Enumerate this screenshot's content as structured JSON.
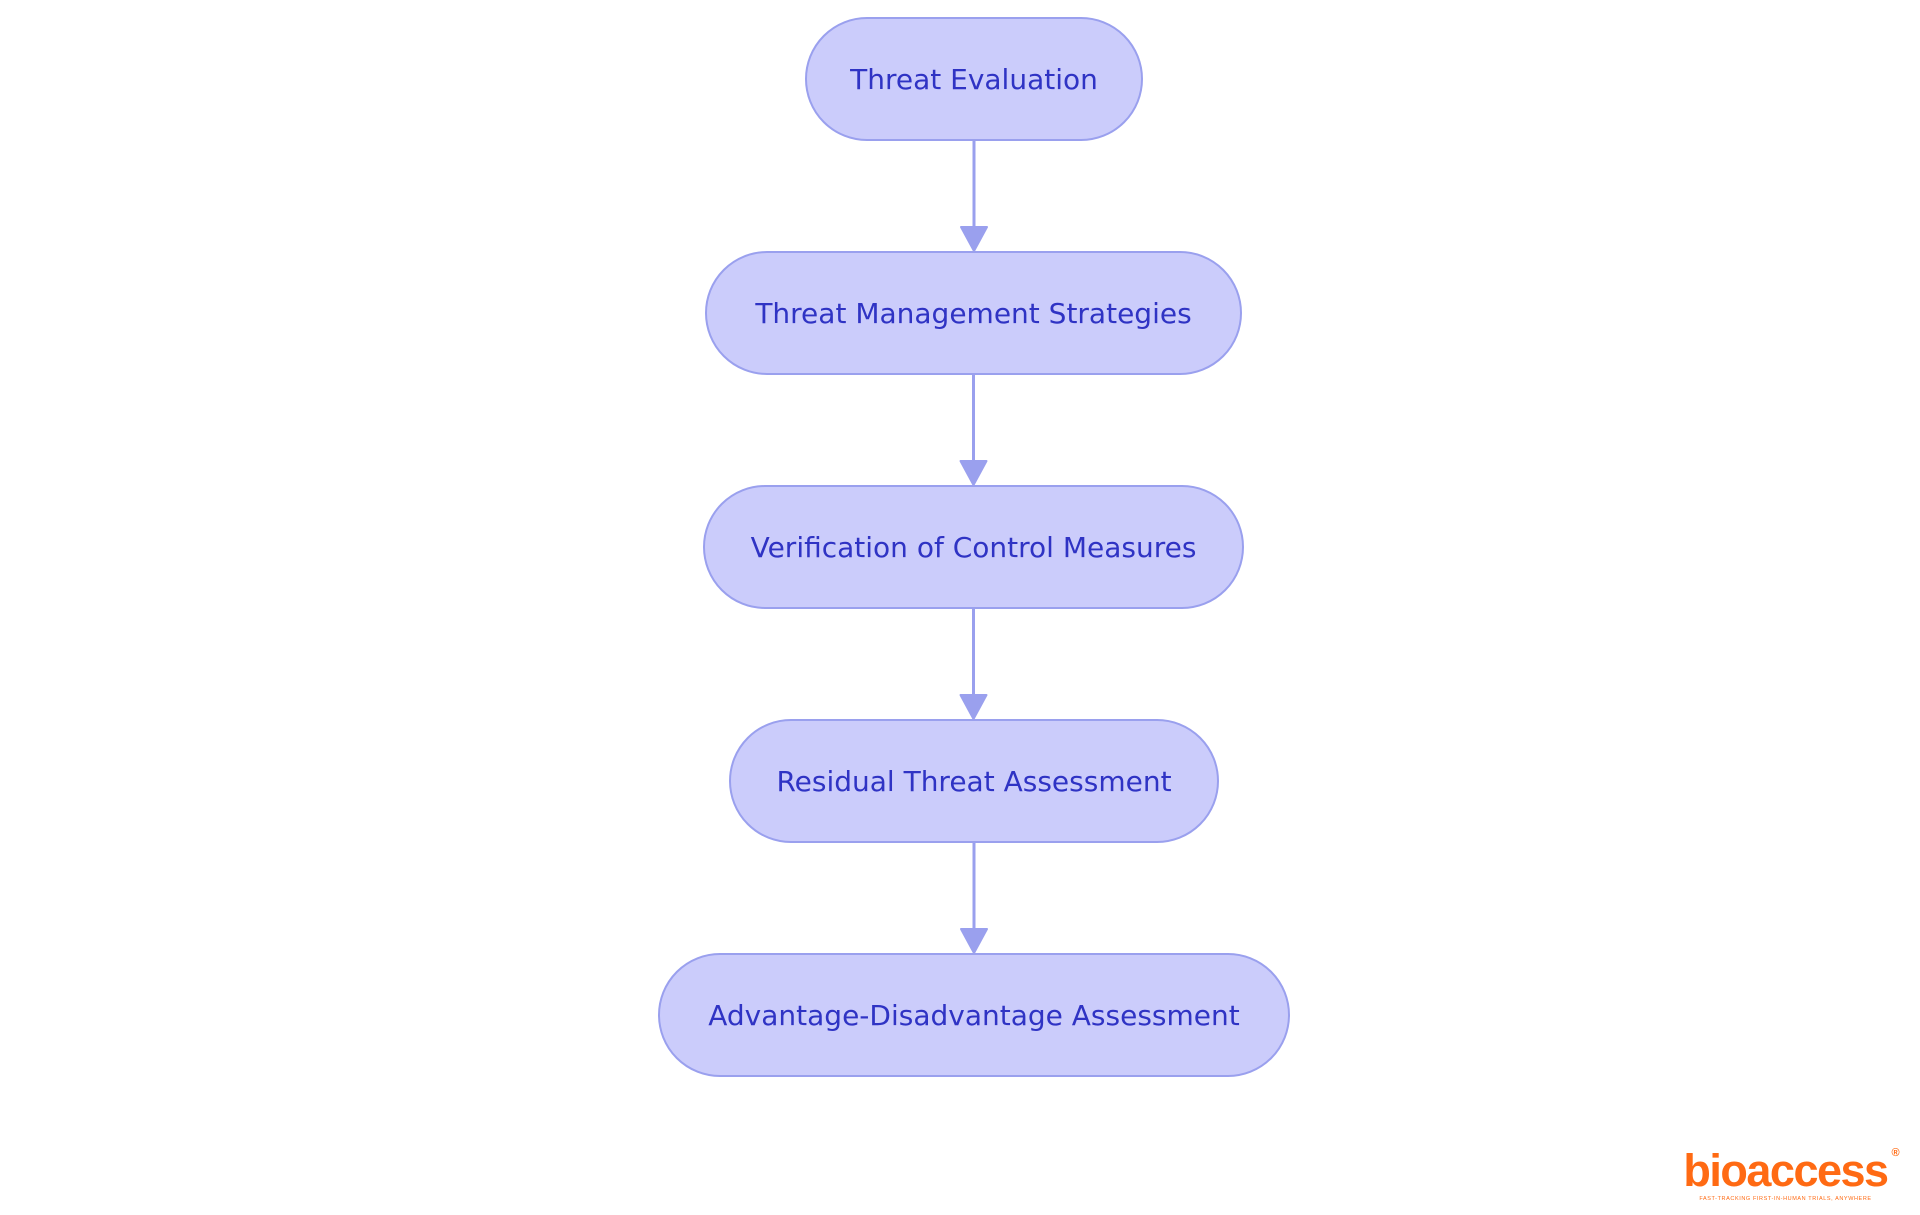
{
  "diagram": {
    "nodes": [
      "Threat Evaluation",
      "Threat Management Strategies",
      "Verification of Control Measures",
      "Residual Threat Assessment",
      "Advantage-Disadvantage Assessment"
    ],
    "edges": [
      [
        0,
        1
      ],
      [
        1,
        2
      ],
      [
        2,
        3
      ],
      [
        3,
        4
      ]
    ],
    "colors": {
      "node_fill": "#cbccfb",
      "node_border": "#9aa0ee",
      "node_text": "#2f33c4",
      "edge": "#9aa0ee"
    }
  },
  "logo": {
    "wordmark": "bioaccess",
    "registered_mark": "®",
    "tagline": "FAST-TRACKING FIRST-IN-HUMAN TRIALS, ANYWHERE",
    "color": "#ff6a13"
  }
}
